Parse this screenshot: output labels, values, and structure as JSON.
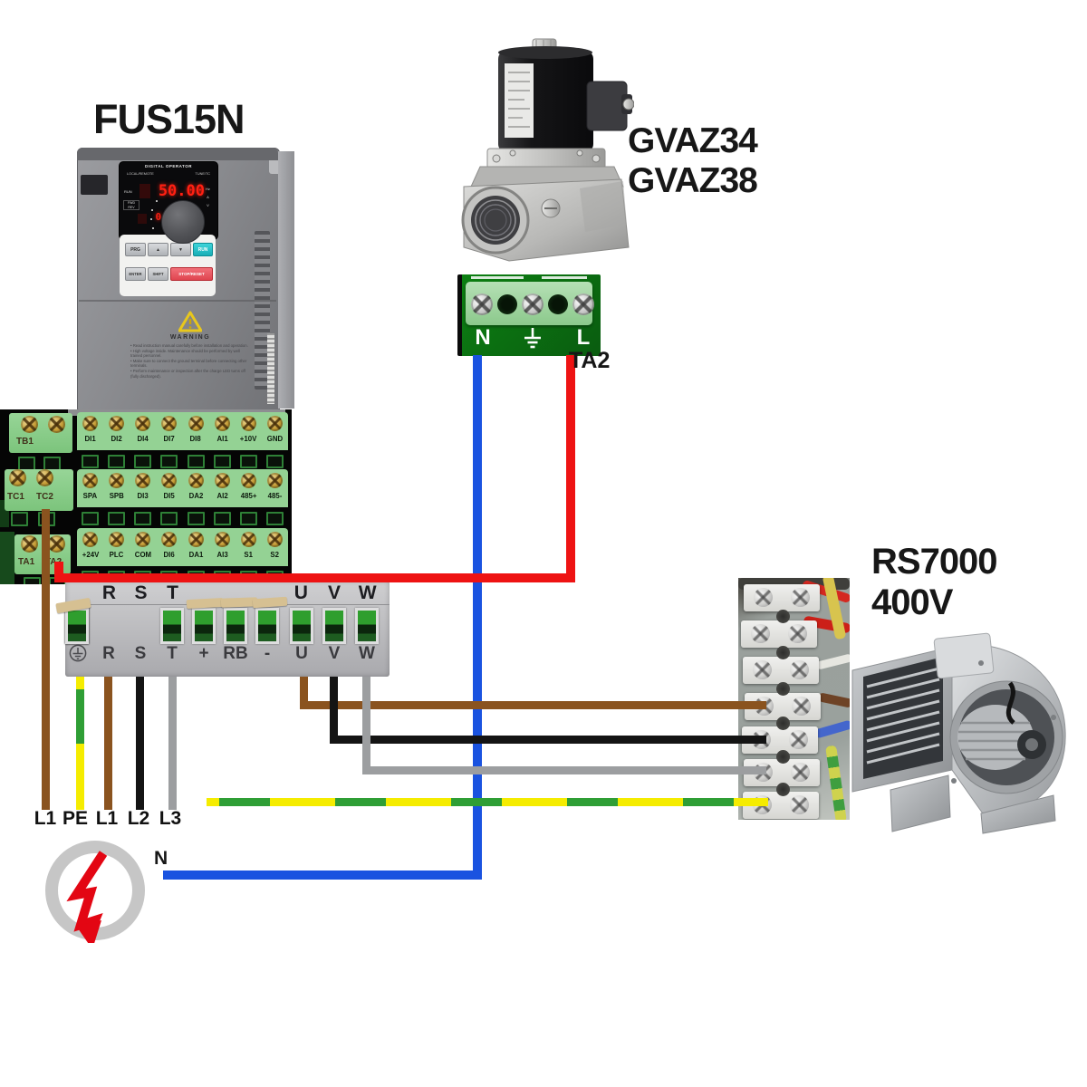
{
  "labels": {
    "vfd_model": "FUS15N",
    "valve_model_line1": "GVAZ34",
    "valve_model_line2": "GVAZ38",
    "fan_model": "RS7000",
    "fan_voltage": "400V",
    "ta2_tag": "TA2",
    "neutral_tag": "N"
  },
  "vfd": {
    "header": "DIGITAL OPERATOR",
    "local_remote": "LOCAL/REMOTE",
    "tune": "TUNE/TC",
    "run_indicator": "RUN",
    "fwd_rev": "FWD REV",
    "display_main": "50.00",
    "display_sub": "0.00",
    "units": [
      "Hz",
      "A",
      "V"
    ],
    "buttons": {
      "prg": "PRG",
      "up": "▲",
      "down": "▼",
      "run": "RUN",
      "enter": "ENTER",
      "shift": "SHIFT",
      "stop": "STOP/RESET"
    },
    "warning_title": "WARNING",
    "warning_lines": [
      "Read instruction manual carefully before installation and operation.",
      "High voltage inside. Maintenance should be performed by well trained personnel.",
      "Make sure to connect the ground terminal before connecting other terminals.",
      "Perform maintenance or inspection after the charge LED turns off (fully discharged)."
    ]
  },
  "control_terminals": {
    "tb1": "TB1",
    "tc1": "TC1",
    "tc2": "TC2",
    "ta1": "TA1",
    "ta2": "TA2",
    "row1": [
      "DI1",
      "DI2",
      "DI4",
      "DI7",
      "DI8",
      "AI1",
      "+10V",
      "GND"
    ],
    "row2": [
      "SPA",
      "SPB",
      "DI3",
      "DI5",
      "DA2",
      "AI2",
      "485+",
      "485-"
    ],
    "row3": [
      "+24V",
      "PLC",
      "COM",
      "DI6",
      "DA1",
      "AI3",
      "S1",
      "S2"
    ]
  },
  "power_terminals": {
    "input_group": [
      "R",
      "S",
      "T"
    ],
    "output_group": [
      "U",
      "V",
      "W"
    ],
    "bottom_labels": [
      "R",
      "S",
      "T",
      "+",
      "RB",
      "-",
      "U",
      "V",
      "W"
    ]
  },
  "ta2_block": {
    "n": "N",
    "l": "L"
  },
  "wire_end_labels": [
    "L1",
    "PE",
    "L1",
    "L2",
    "L3"
  ],
  "colors": {
    "brown": "#8a531f",
    "black": "#141414",
    "gray": "#9c9ea0",
    "red": "#ee1313",
    "blue": "#1a53e0",
    "pe_yellow": "#f5ec00",
    "pe_green": "#2f9e35"
  }
}
